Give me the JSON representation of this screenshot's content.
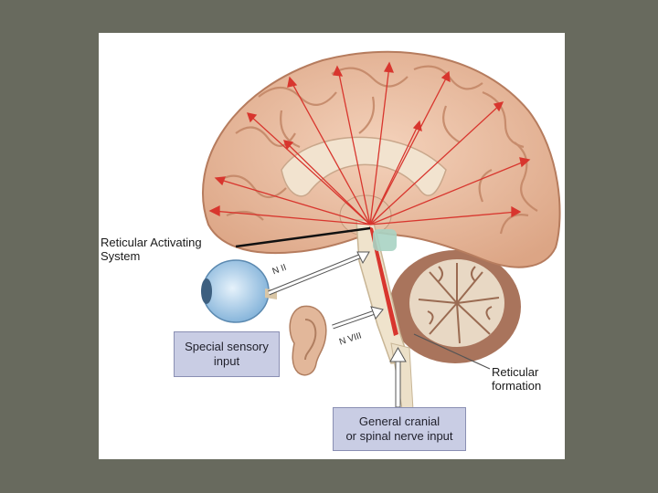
{
  "labels": {
    "ras_line1": "Reticular Activating",
    "ras_line2": "System",
    "nerve_optic": "N II",
    "nerve_vestib": "N VIII",
    "special_line1": "Special sensory",
    "special_line2": "input",
    "retic_line1": "Reticular",
    "retic_line2": "formation",
    "general_line1": "General cranial",
    "general_line2": "or spinal nerve input"
  },
  "colors": {
    "background": "#686a5e",
    "brain": "#e9b99a",
    "brain_fold": "#c98e6f",
    "arrow_red": "#d8362e",
    "box_fill": "#c9cde4",
    "eye": "#a9cdea"
  }
}
